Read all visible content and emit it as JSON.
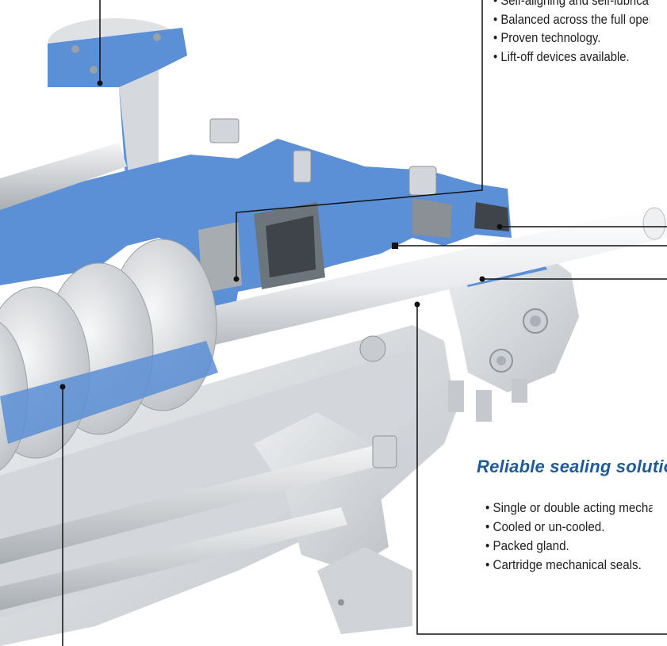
{
  "top_features": {
    "items": [
      "• Self-aligning and self-lubricating bearings.",
      "• Balanced across the full operating range.",
      "• Proven technology.",
      "• Lift-off devices available."
    ]
  },
  "sealing": {
    "title": "Reliable sealing solutions",
    "items": [
      "• Single or double acting mechanical seals.",
      "• Cooled or un-cooled.",
      "• Packed gland.",
      "• Cartridge mechanical seals."
    ]
  },
  "colors": {
    "cutaway_blue": "#5b8fd6",
    "metal_light": "#e4e6e8",
    "metal_mid": "#c9ccd0",
    "metal_dark": "#9fa4a9",
    "title_blue": "#1f5a99",
    "leader_line": "#111111"
  }
}
